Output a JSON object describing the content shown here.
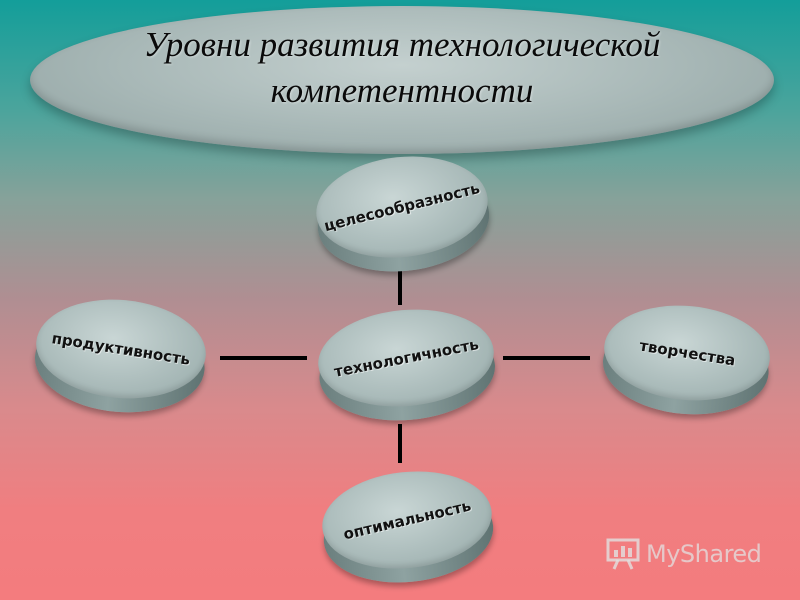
{
  "title": "Уровни развития технологической компетентности",
  "nodes": {
    "center": "технологичность",
    "top": "целесообразность",
    "left": "продуктивность",
    "right": "творчества",
    "bottom": "оптимальность"
  },
  "edges": [
    [
      "center",
      "top"
    ],
    [
      "center",
      "left"
    ],
    [
      "center",
      "right"
    ],
    [
      "center",
      "bottom"
    ]
  ],
  "watermark": {
    "text": "MyShared",
    "icon": "presentation-board-icon"
  },
  "colors": {
    "connector": "#000000",
    "node_face": "#a9bab9",
    "title_ellipse": "#a7b7b6"
  }
}
